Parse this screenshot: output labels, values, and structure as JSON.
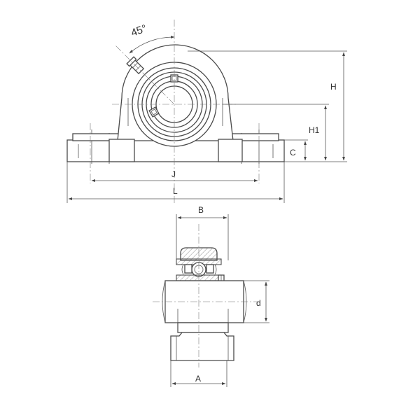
{
  "drawing": {
    "angle_label": "45°",
    "dims": {
      "H": "H",
      "H1": "H1",
      "C": "C",
      "J": "J",
      "L": "L",
      "B": "B",
      "d": "d",
      "A": "A"
    }
  }
}
